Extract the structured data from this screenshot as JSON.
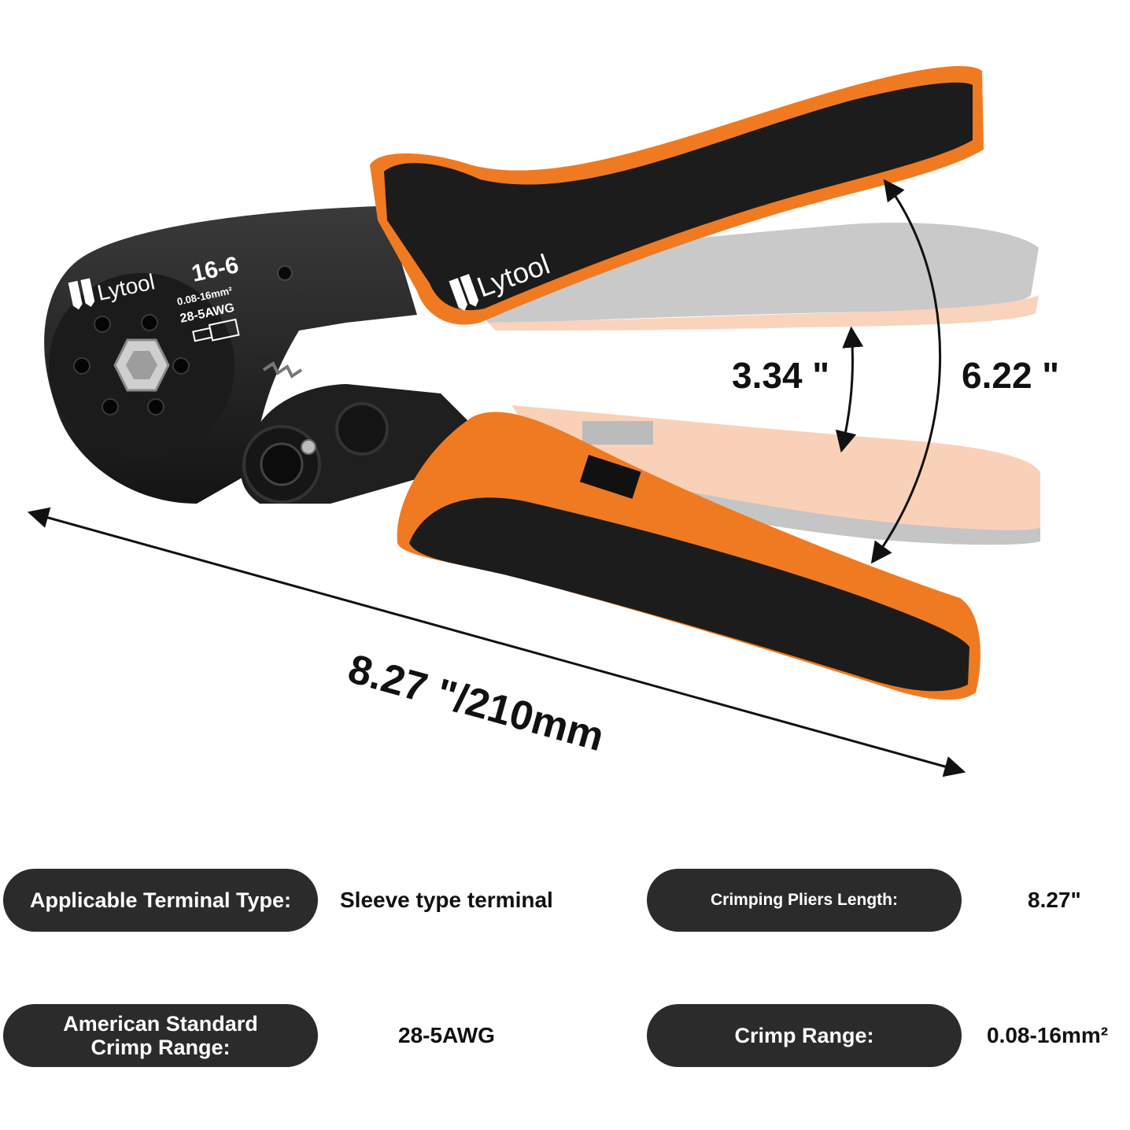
{
  "product": {
    "brand": "Lytool",
    "model": "16-6",
    "spec_line_metric": "0.08-16mm²",
    "spec_line_awg": "28-5AWG"
  },
  "dimensions": {
    "opening": "3.34 \"",
    "span": "6.22 \"",
    "length": "8.27 \"/210mm"
  },
  "specs": {
    "terminal_type": {
      "label": "Applicable Terminal Type:",
      "value": "Sleeve type terminal"
    },
    "pliers_length": {
      "label": "Crimping Pliers Length:",
      "value": "8.27\""
    },
    "awg_range": {
      "label_line1": "American Standard",
      "label_line2": "Crimp Range:",
      "value": "28-5AWG"
    },
    "crimp_range": {
      "label": "Crimp Range:",
      "value": "0.08-16mm²"
    }
  },
  "colors": {
    "handle_orange": "#f07a22",
    "tool_black": "#1c1c1c",
    "pill_background": "#2b2b2b"
  },
  "icons": {
    "brand_logo": "lytool-shield-logo",
    "ferrule": "ferrule-icon"
  }
}
